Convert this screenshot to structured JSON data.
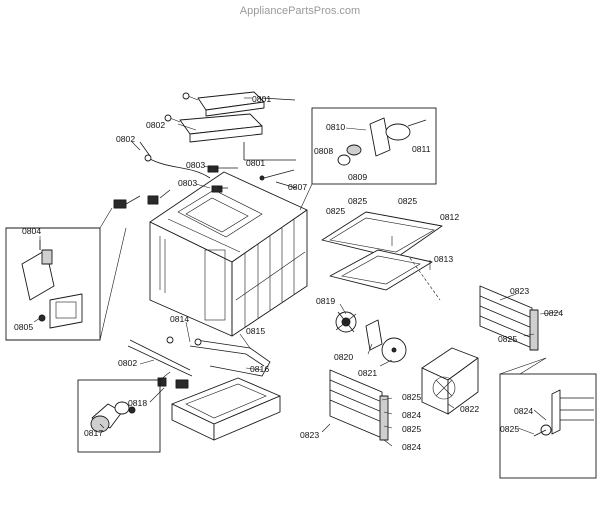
{
  "watermark": "AppliancePartsPros.com",
  "callouts": [
    {
      "id": "c0801a",
      "text": "0801"
    },
    {
      "id": "c0802a",
      "text": "0802"
    },
    {
      "id": "c0801b",
      "text": "0801"
    },
    {
      "id": "c0802b",
      "text": "0802"
    },
    {
      "id": "c0803a",
      "text": "0803"
    },
    {
      "id": "c0803b",
      "text": "0803"
    },
    {
      "id": "c0807",
      "text": "0807"
    },
    {
      "id": "c0810",
      "text": "0810"
    },
    {
      "id": "c0808",
      "text": "0808"
    },
    {
      "id": "c0809",
      "text": "0809"
    },
    {
      "id": "c0811",
      "text": "0811"
    },
    {
      "id": "c0804",
      "text": "0804"
    },
    {
      "id": "c0805",
      "text": "0805"
    },
    {
      "id": "c0825a",
      "text": "0825"
    },
    {
      "id": "c0825b",
      "text": "0825"
    },
    {
      "id": "c0825c",
      "text": "0825"
    },
    {
      "id": "c0812",
      "text": "0812"
    },
    {
      "id": "c0813",
      "text": "0813"
    },
    {
      "id": "c0819",
      "text": "0819"
    },
    {
      "id": "c0820",
      "text": "0820"
    },
    {
      "id": "c0821",
      "text": "0821"
    },
    {
      "id": "c0823a",
      "text": "0823"
    },
    {
      "id": "c0824a",
      "text": "0824"
    },
    {
      "id": "c0825d",
      "text": "0825"
    },
    {
      "id": "c0814",
      "text": "0814"
    },
    {
      "id": "c0815",
      "text": "0815"
    },
    {
      "id": "c0816",
      "text": "0816"
    },
    {
      "id": "c0802c",
      "text": "0802"
    },
    {
      "id": "c0818",
      "text": "0818"
    },
    {
      "id": "c0817",
      "text": "0817"
    },
    {
      "id": "c0825e",
      "text": "0825"
    },
    {
      "id": "c0824b",
      "text": "0824"
    },
    {
      "id": "c0822",
      "text": "0822"
    },
    {
      "id": "c0825f",
      "text": "0825"
    },
    {
      "id": "c0823b",
      "text": "0823"
    },
    {
      "id": "c0824c",
      "text": "0824"
    },
    {
      "id": "c0824d",
      "text": "0824"
    },
    {
      "id": "c0825g",
      "text": "0825"
    }
  ]
}
